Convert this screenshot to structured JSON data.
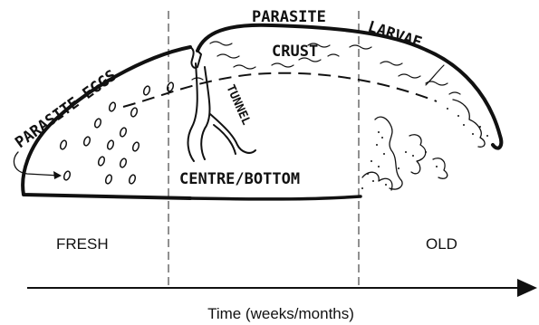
{
  "labels": {
    "parasite_eggs": "PARASITE EGGS",
    "parasite": "PARASITE",
    "larvae": "LARVAE",
    "crust": "CRUST",
    "tunnel": "TUNNEL",
    "centre_bottom": "CENTRE/BOTTOM",
    "fresh": "FRESH",
    "old": "OLD"
  },
  "axis": {
    "label": "Time (weeks/months)"
  }
}
